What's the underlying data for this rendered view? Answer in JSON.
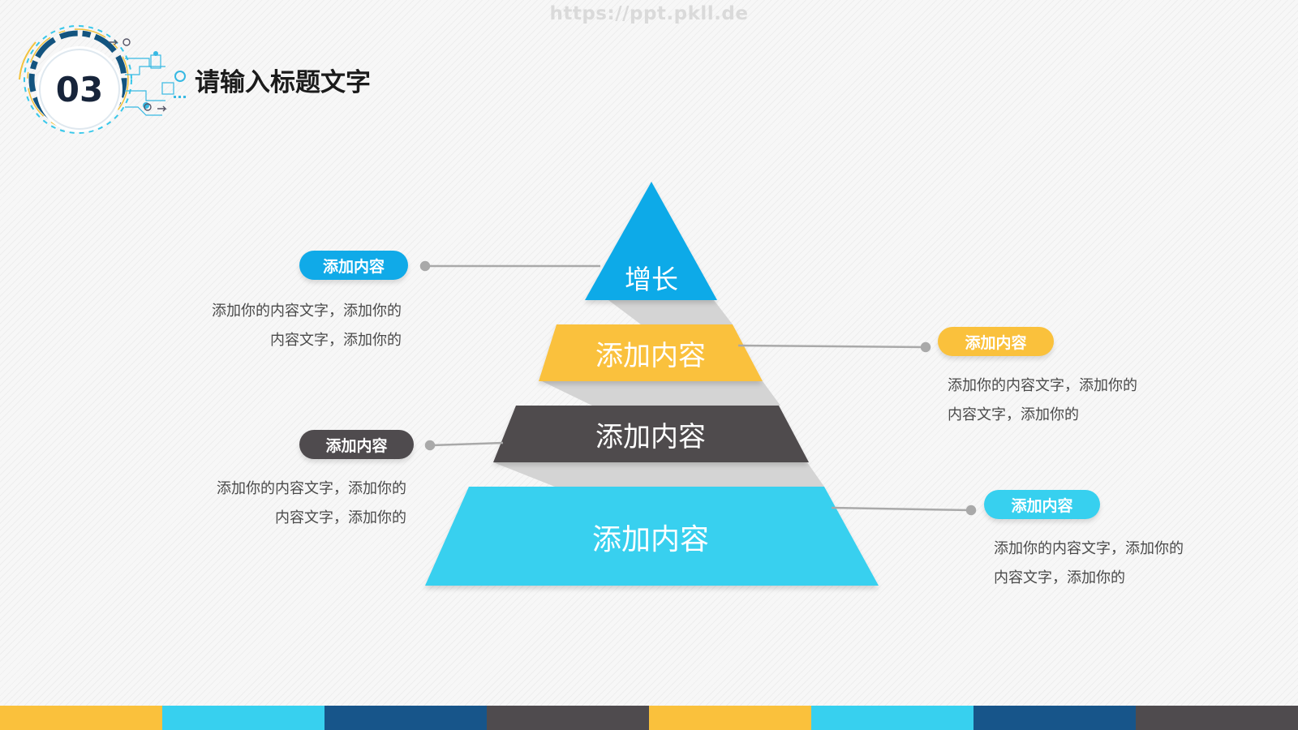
{
  "watermark": "https://ppt.pkll.de",
  "header": {
    "number": "03",
    "title": "请输入标题文字"
  },
  "pyramid": {
    "tiers": [
      {
        "label": "增长",
        "color": "#10aae8"
      },
      {
        "label": "添加内容",
        "color": "#fac13c"
      },
      {
        "label": "添加内容",
        "color": "#4f4b4e"
      },
      {
        "label": "添加内容",
        "color": "#37d0ef"
      }
    ]
  },
  "callouts": [
    {
      "title": "添加内容",
      "color": "#10aae8",
      "lines": [
        "添加你的内容文字，添加你的",
        "内容文字，添加你的"
      ]
    },
    {
      "title": "添加内容",
      "color": "#fac13c",
      "lines": [
        "添加你的内容文字，添加你的",
        "内容文字，添加你的"
      ]
    },
    {
      "title": "添加内容",
      "color": "#4f4b4e",
      "lines": [
        "添加你的内容文字，添加你的",
        "内容文字，添加你的"
      ]
    },
    {
      "title": "添加内容",
      "color": "#37d0ef",
      "lines": [
        "添加你的内容文字，添加你的",
        "内容文字，添加你的"
      ]
    }
  ],
  "bottom_bar": {
    "colors": [
      "#fac13c",
      "#37d0ef",
      "#17558a",
      "#4f4b4e",
      "#fac13c",
      "#37d0ef",
      "#17558a",
      "#4f4b4e"
    ]
  }
}
